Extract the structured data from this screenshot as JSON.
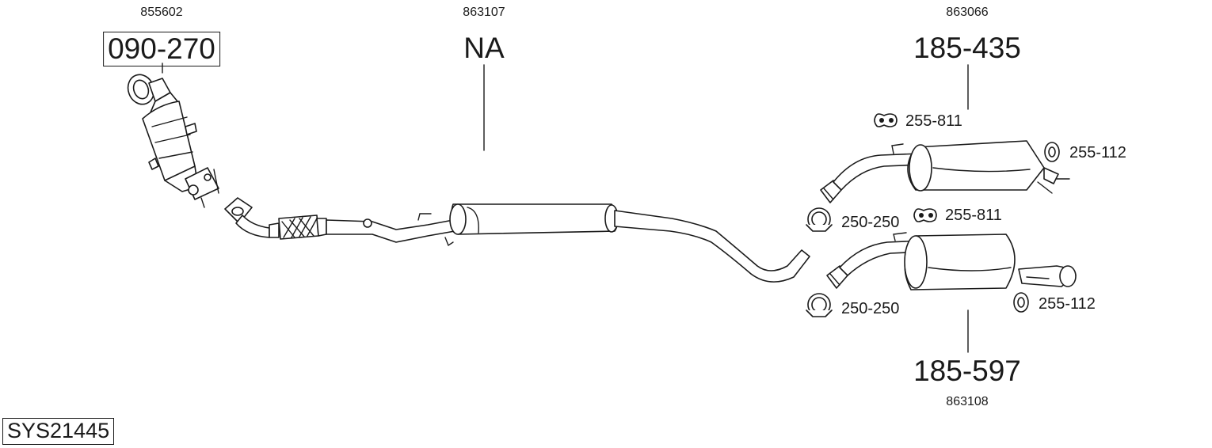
{
  "diagram": {
    "system_code": "SYS21445",
    "parts": {
      "catalytic_converter": {
        "oe_number": "855602",
        "part_number": "090-270"
      },
      "middle_section": {
        "oe_number": "863107",
        "part_number": "NA"
      },
      "rear_silencer_upper": {
        "oe_number": "863066",
        "part_number": "185-435"
      },
      "rear_silencer_lower": {
        "oe_number": "863108",
        "part_number": "185-597"
      }
    },
    "accessories": {
      "rubber_mount_upper": "255-811",
      "rubber_mount_middle": "255-811",
      "rubber_ring_upper": "255-112",
      "rubber_ring_lower": "255-112",
      "clamp_upper": "250-250",
      "clamp_lower": "250-250"
    }
  }
}
